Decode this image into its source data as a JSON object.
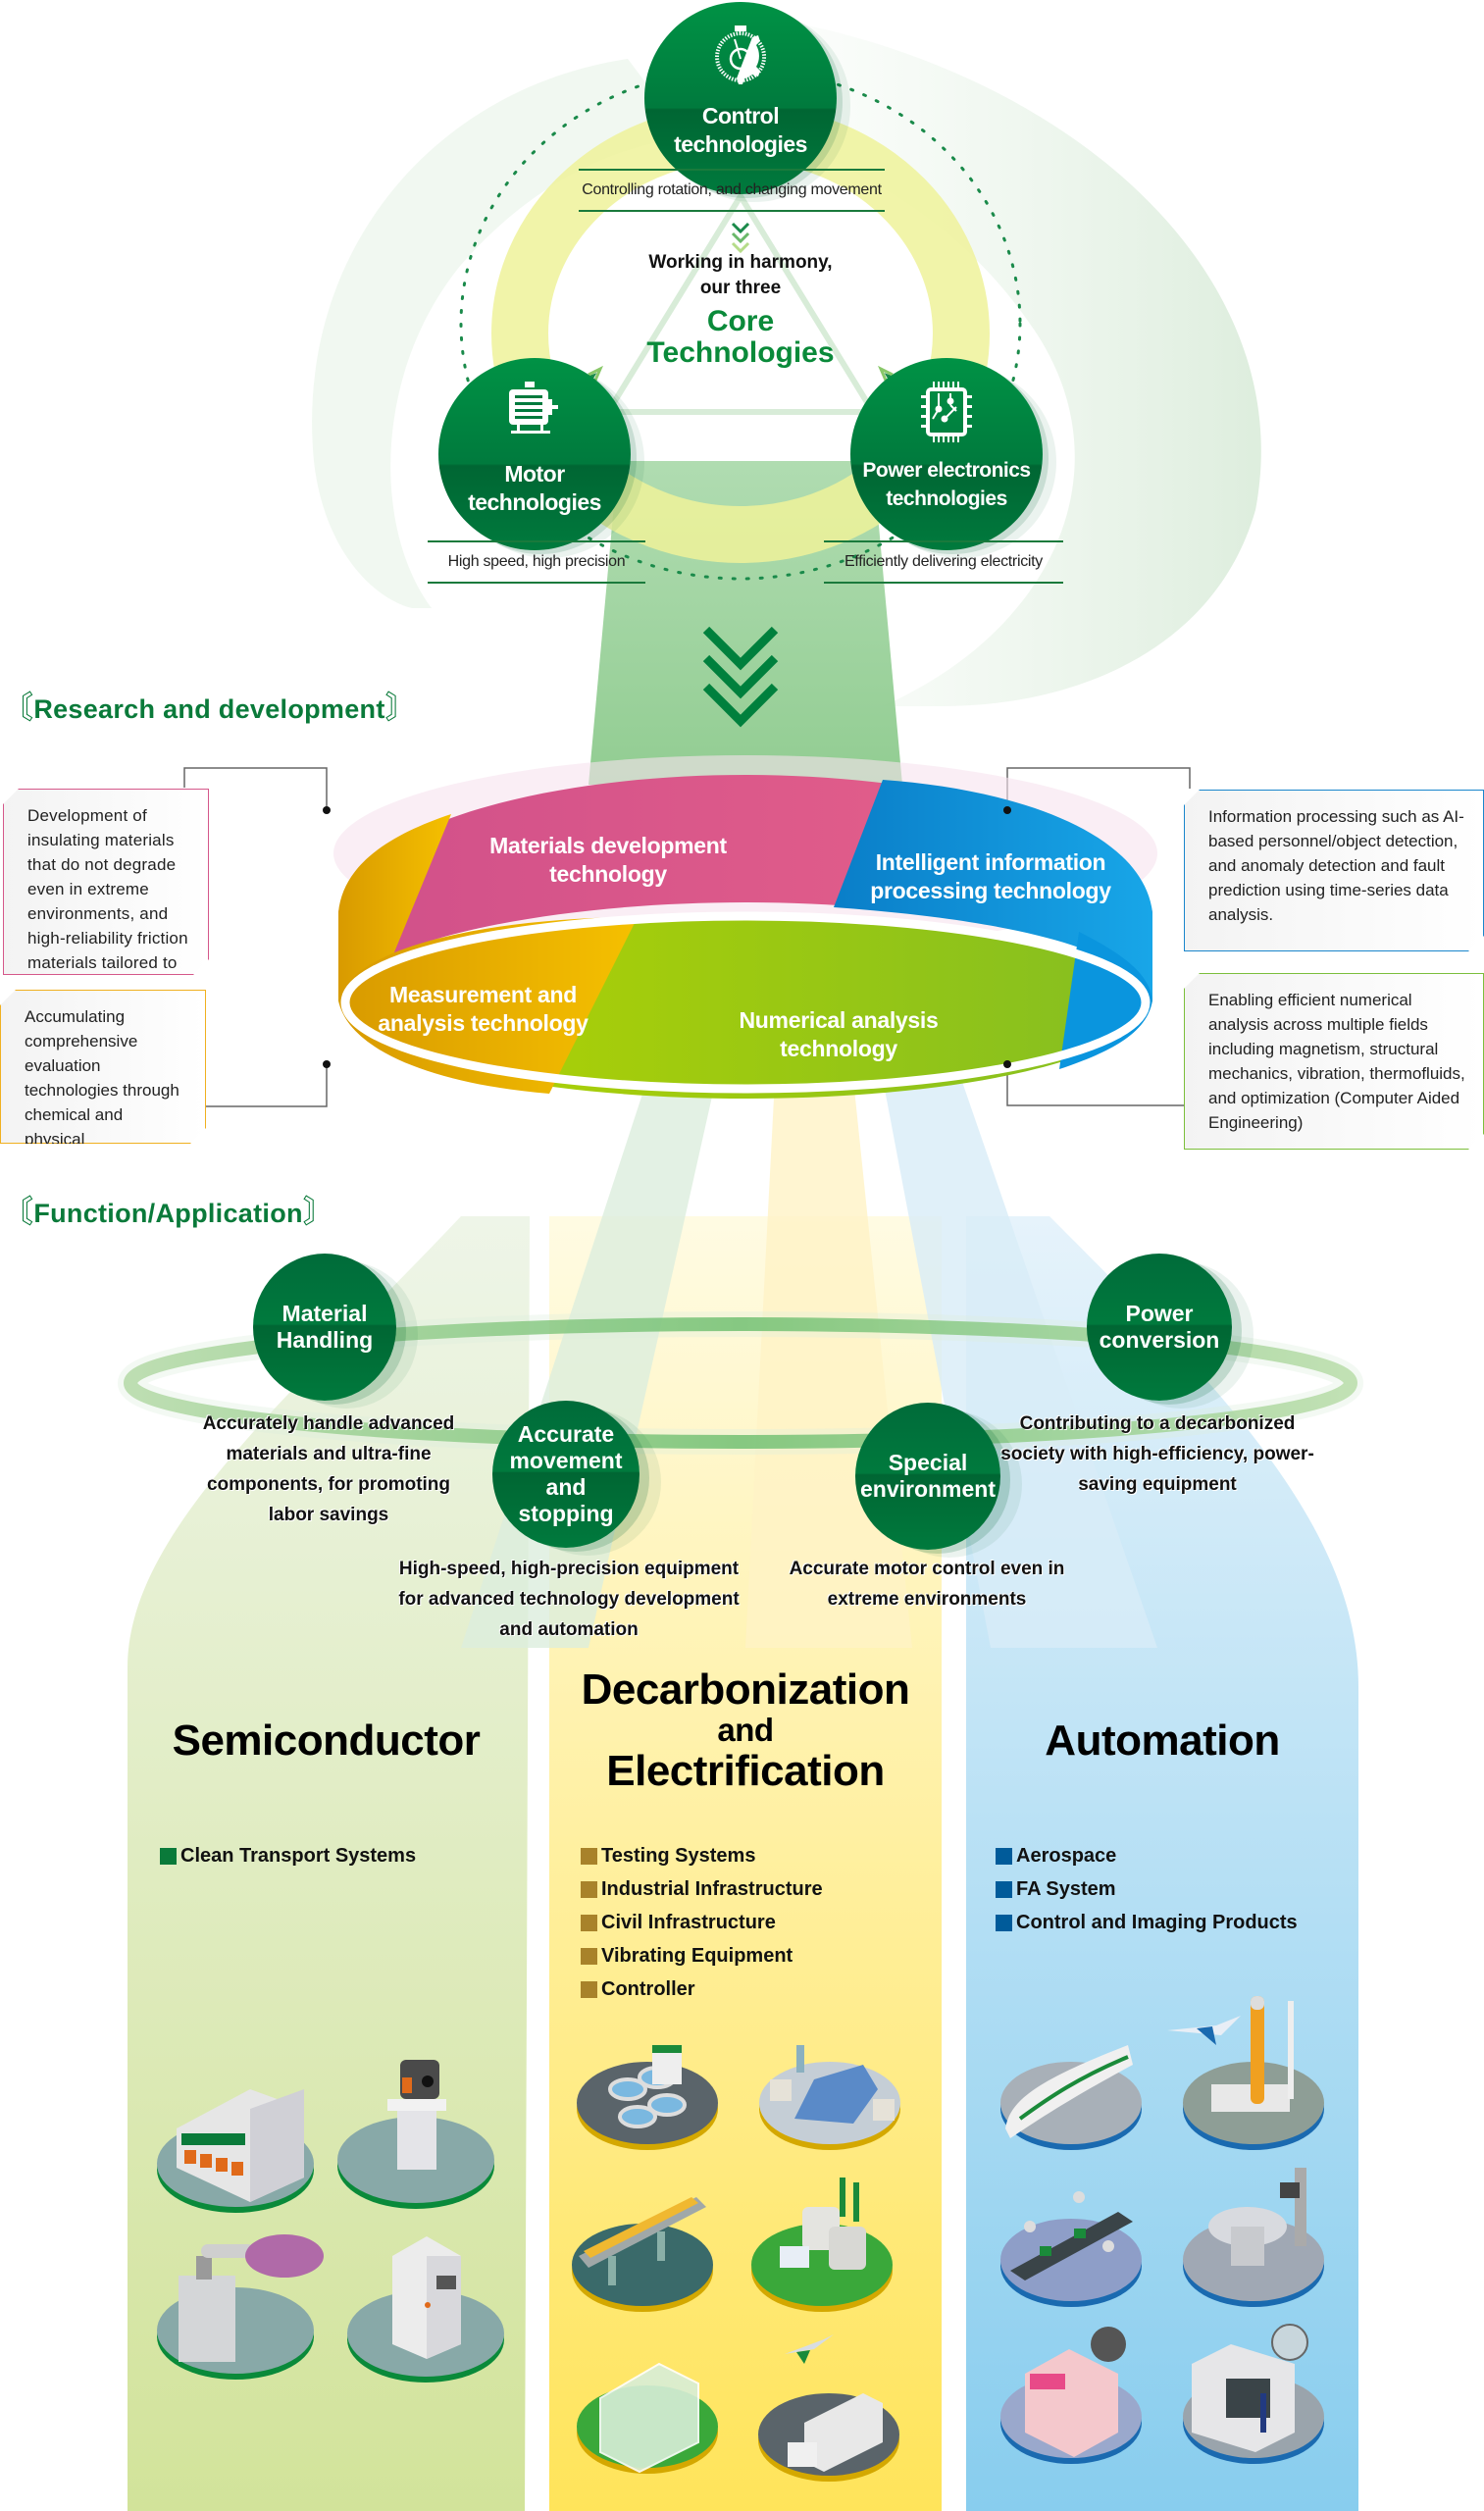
{
  "core": {
    "control": {
      "title_line1": "Control",
      "title_line2": "technologies",
      "tagline": "Controlling rotation, and changing movement",
      "icon": "stopwatch-gear-icon"
    },
    "motor": {
      "title_line1": "Motor",
      "title_line2": "technologies",
      "tagline": "High speed, high precision",
      "icon": "motor-icon"
    },
    "power": {
      "title_line1": "Power electronics",
      "title_line2": "technologies",
      "tagline": "Efficiently delivering electricity",
      "icon": "circuit-chip-icon"
    },
    "center": {
      "line1": "Working in harmony,",
      "line2": "our three",
      "line3": "Core",
      "line4": "Technologies"
    }
  },
  "research": {
    "title": "Research and development",
    "ring": {
      "materials": "Materials development technology",
      "intelligent": "Intelligent information processing technology",
      "measurement": "Measurement and analysis technology",
      "numerical": "Numerical analysis technology"
    },
    "descriptions": {
      "materials": "Development of insulating materials that do not degrade even in extreme environments, and high-reliability friction materials tailored to specific usage conditions",
      "measurement": "Accumulating comprehensive evaluation technologies through chemical and physical measurements, improving the reliability of our products",
      "intelligent": "Information processing such as AI-based personnel/object detection, and anomaly detection and fault prediction using time-series data analysis.",
      "numerical": "Enabling efficient numerical analysis across multiple fields including magnetism, structural mechanics, vibration, thermofluids, and optimization (Computer Aided Engineering)"
    },
    "colors": {
      "materials": "#e05c88",
      "intelligent": "#0a86cc",
      "measurement": "#f0b400",
      "numerical": "#8cc21e"
    }
  },
  "function": {
    "title": "Function/Application",
    "items": [
      {
        "name": "Material Handling",
        "desc": "Accurately handle advanced materials and ultra-fine components, for promoting labor savings"
      },
      {
        "name": "Accurate movement and stopping",
        "desc": "High-speed, high-precision equipment for advanced technology development and automation"
      },
      {
        "name": "Special environment",
        "desc": "Accurate motor control even in extreme environments"
      },
      {
        "name": "Power conversion",
        "desc": "Contributing to a decarbonized society with high-efficiency, power-saving equipment"
      }
    ]
  },
  "columns": [
    {
      "title": "Semiconductor",
      "color": "#0a7a3a",
      "items": [
        "Clean Transport Systems"
      ],
      "illustrations": [
        "semiconductor-processing-equipment",
        "wafer-inspection-unit",
        "wafer-transfer-robot",
        "automated-guided-vehicle"
      ]
    },
    {
      "title_line1": "Decarbonization",
      "title_line2": "and",
      "title_line3": "Electrification",
      "color": "#a8822a",
      "items": [
        "Testing Systems",
        "Industrial Infrastructure",
        "Civil Infrastructure",
        "Vibrating Equipment",
        "Controller"
      ],
      "illustrations": [
        "water-treatment-plant",
        "vehicle-testing-system",
        "vibrating-conveyor",
        "lng-power-plant",
        "smart-greenhouse",
        "truck-and-aircraft"
      ]
    },
    {
      "title": "Automation",
      "color": "#005b9a",
      "items": [
        "Aerospace",
        "FA System",
        "Control and Imaging Products"
      ],
      "illustrations": [
        "bullet-train",
        "rocket-and-jet",
        "robot-assembly-line",
        "wafer-handling-system",
        "photo-booth",
        "inspection-machine"
      ]
    }
  ]
}
